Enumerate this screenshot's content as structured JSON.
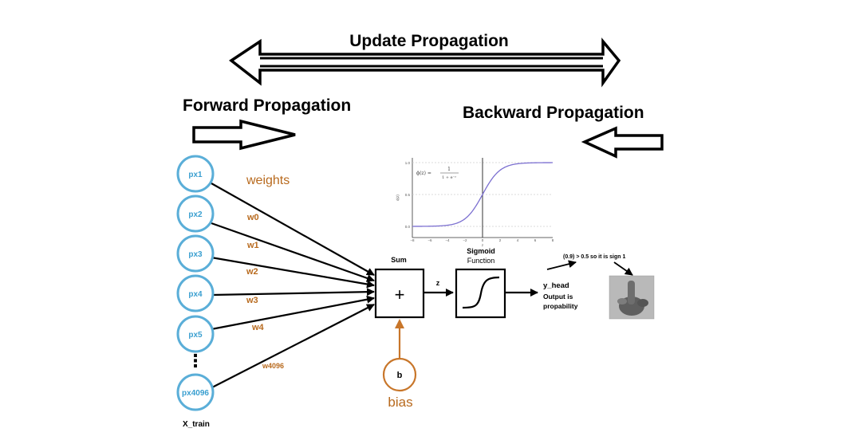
{
  "titles": {
    "update": "Update Propagation",
    "forward": "Forward Propagation",
    "backward": "Backward Propagation"
  },
  "inputs": {
    "nodes": [
      "px1",
      "px2",
      "px3",
      "px4",
      "px5",
      "px4096"
    ],
    "ellipsis": "⋮",
    "label": "X_train"
  },
  "weights": {
    "title": "weights",
    "labels": [
      "w0",
      "w1",
      "w2",
      "w3",
      "w4",
      "w4096"
    ]
  },
  "sum": {
    "label": "Sum",
    "symbol": "+",
    "output": "z"
  },
  "bias": {
    "node": "b",
    "label": "bias"
  },
  "sigmoid": {
    "label_line1": "Sigmoid",
    "label_line2": "Function",
    "formula_lhs": "ϕ(z) =",
    "formula_num": "1",
    "formula_den": "1 + e⁻ᶻ",
    "ylabel": "ϕ(z)",
    "xlabel": "z",
    "x_ticks": [
      "−8",
      "−6",
      "−4",
      "−2",
      "0",
      "2",
      "4",
      "6",
      "8"
    ],
    "y_ticks": [
      "0.0",
      "0.5",
      "1.0"
    ]
  },
  "output": {
    "name": "y_head",
    "line2": "Output is",
    "line3": "propability",
    "note": "(0.9) > 0.5 so it is sign 1"
  },
  "colors": {
    "input_node": "#5aaed8",
    "weight_text": "#b86a1e",
    "bias_node": "#c8762a",
    "sigmoid_curve": "#7b6fd0"
  }
}
